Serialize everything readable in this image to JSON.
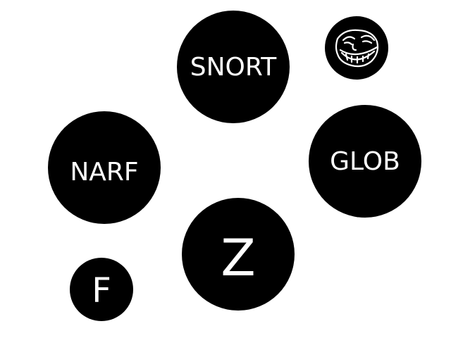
{
  "bubbles": [
    {
      "label": "SNORT"
    },
    {
      "label": "NARF"
    },
    {
      "label": "GLOB"
    },
    {
      "label": "Z"
    },
    {
      "label": "F"
    }
  ],
  "icons": {
    "face": "troll-face-icon"
  },
  "colors": {
    "bubble": "#000000",
    "text": "#ffffff",
    "background": "#ffffff"
  }
}
